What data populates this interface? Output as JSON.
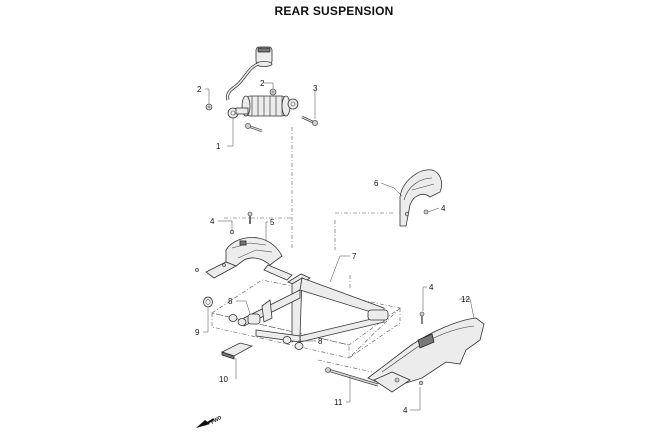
{
  "title": "REAR SUSPENSION",
  "callouts": {
    "c1": "1",
    "c2a": "2",
    "c2b": "2",
    "c3": "3",
    "c4a": "4",
    "c4b": "4",
    "c4c": "4",
    "c4d": "4",
    "c5": "5",
    "c6": "6",
    "c7": "7",
    "c8a": "8",
    "c8b": "8",
    "c9": "9",
    "c10": "10",
    "c11": "11",
    "c12": "12"
  },
  "fwd_label": "FWD",
  "icons": [
    "fwd-arrow-icon"
  ]
}
